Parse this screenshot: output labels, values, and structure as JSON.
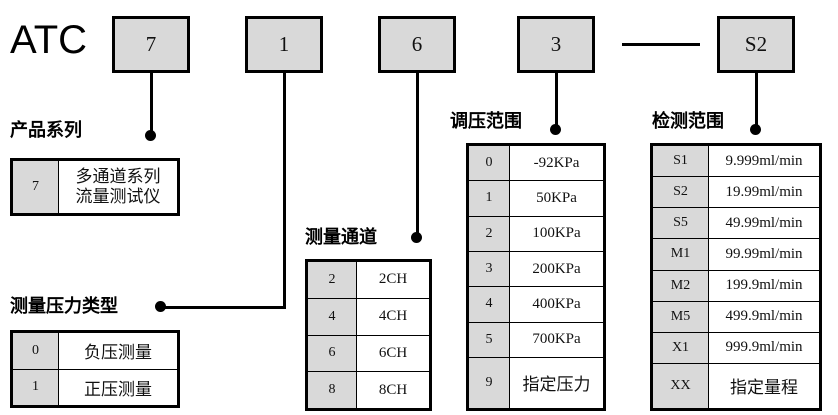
{
  "diagram": {
    "brand": "ATC",
    "separator_dash": "—",
    "code_boxes": [
      {
        "name": "series",
        "value": "7"
      },
      {
        "name": "pressure-type",
        "value": "1"
      },
      {
        "name": "channels",
        "value": "6"
      },
      {
        "name": "pressure-range",
        "value": "3"
      },
      {
        "name": "detection-range",
        "value": "S2"
      }
    ]
  },
  "sections": {
    "product_series": {
      "caption": "产品系列",
      "rows": [
        {
          "code": "7",
          "value_lines": [
            "多通道系列",
            "流量测试仪"
          ]
        }
      ]
    },
    "pressure_type": {
      "caption": "测量压力类型",
      "rows": [
        {
          "code": "0",
          "value": "负压测量"
        },
        {
          "code": "1",
          "value": "正压测量"
        }
      ]
    },
    "measure_channel": {
      "caption": "测量通道",
      "rows": [
        {
          "code": "2",
          "value": "2CH"
        },
        {
          "code": "4",
          "value": "4CH"
        },
        {
          "code": "6",
          "value": "6CH"
        },
        {
          "code": "8",
          "value": "8CH"
        }
      ]
    },
    "pressure_range": {
      "caption": "调压范围",
      "rows": [
        {
          "code": "0",
          "value": "-92KPa"
        },
        {
          "code": "1",
          "value": "50KPa"
        },
        {
          "code": "2",
          "value": "100KPa"
        },
        {
          "code": "3",
          "value": "200KPa"
        },
        {
          "code": "4",
          "value": "400KPa"
        },
        {
          "code": "5",
          "value": "700KPa"
        },
        {
          "code": "9",
          "value": "指定压力"
        }
      ]
    },
    "detection_range": {
      "caption": "检测范围",
      "rows": [
        {
          "code": "S1",
          "value": "9.999ml/min"
        },
        {
          "code": "S2",
          "value": "19.99ml/min"
        },
        {
          "code": "S5",
          "value": "49.99ml/min"
        },
        {
          "code": "M1",
          "value": "99.99ml/min"
        },
        {
          "code": "M2",
          "value": "199.9ml/min"
        },
        {
          "code": "M5",
          "value": "499.9ml/min"
        },
        {
          "code": "X1",
          "value": "999.9ml/min"
        },
        {
          "code": "XX",
          "value": "指定量程"
        }
      ]
    }
  },
  "colors": {
    "code_cell_fill": "#d9d9d9",
    "line": "#000000",
    "background": "#ffffff"
  }
}
